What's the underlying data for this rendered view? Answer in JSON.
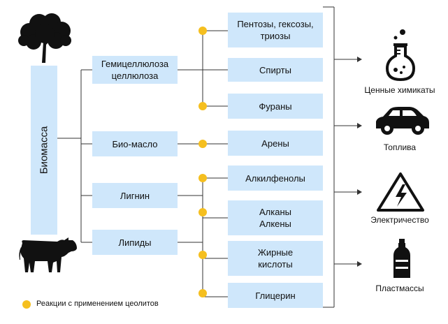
{
  "biomass": "Биомасса",
  "sources": [
    {
      "label": "Гемицеллюлоза\nцеллюлоза"
    },
    {
      "label": "Био-масло"
    },
    {
      "label": "Лигнин"
    },
    {
      "label": "Липиды"
    }
  ],
  "products": [
    {
      "label": "Пентозы, гексозы,\nтриозы"
    },
    {
      "label": "Спирты"
    },
    {
      "label": "Фураны"
    },
    {
      "label": "Арены"
    },
    {
      "label": "Алкилфенолы"
    },
    {
      "label": "Алканы\nАлкены"
    },
    {
      "label": "Жирные\nкислоты"
    },
    {
      "label": "Глицерин"
    }
  ],
  "outputs": [
    {
      "label": "Ценные химикаты",
      "icon": "flask-icon"
    },
    {
      "label": "Топлива",
      "icon": "car-icon"
    },
    {
      "label": "Электричество",
      "icon": "high-voltage-icon"
    },
    {
      "label": "Пластмассы",
      "icon": "bottle-icon"
    }
  ],
  "legend": {
    "label": "Реакции с применением цеолитов"
  },
  "colors": {
    "box": "#cfe7fb",
    "dot": "#f5bf1f",
    "line": "#333333"
  }
}
